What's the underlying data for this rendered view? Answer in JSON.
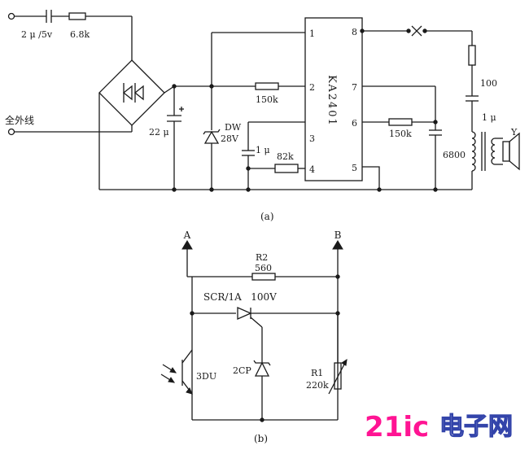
{
  "circuit_a": {
    "caption": "(a)",
    "input_cap": "2 μ /5v",
    "input_res": "6.8k",
    "input_label": "全外线",
    "filter_cap": "22 μ",
    "zener_name": "DW",
    "zener_value": "28V",
    "res_pin2": "150k",
    "cap_pin3": "1 μ",
    "res_pin4": "82k",
    "ic_name": "KA2401",
    "pins": [
      "1",
      "2",
      "3",
      "4",
      "5",
      "6",
      "7",
      "8"
    ],
    "res_pin6": "150k",
    "cap_pin6": "6800",
    "res_out": "100",
    "cap_out": "1 μ",
    "speaker": "Y"
  },
  "circuit_b": {
    "caption": "(b)",
    "node_a": "A",
    "node_b": "B",
    "r2_name": "R2",
    "r2_value": "560",
    "scr_label": "SCR/1A   100V",
    "transistor": "3DU",
    "diode": "2CP",
    "r1_name": "R1",
    "r1_value": "220k"
  },
  "watermark": {
    "brand": "21ic",
    "cn": "电子网"
  }
}
